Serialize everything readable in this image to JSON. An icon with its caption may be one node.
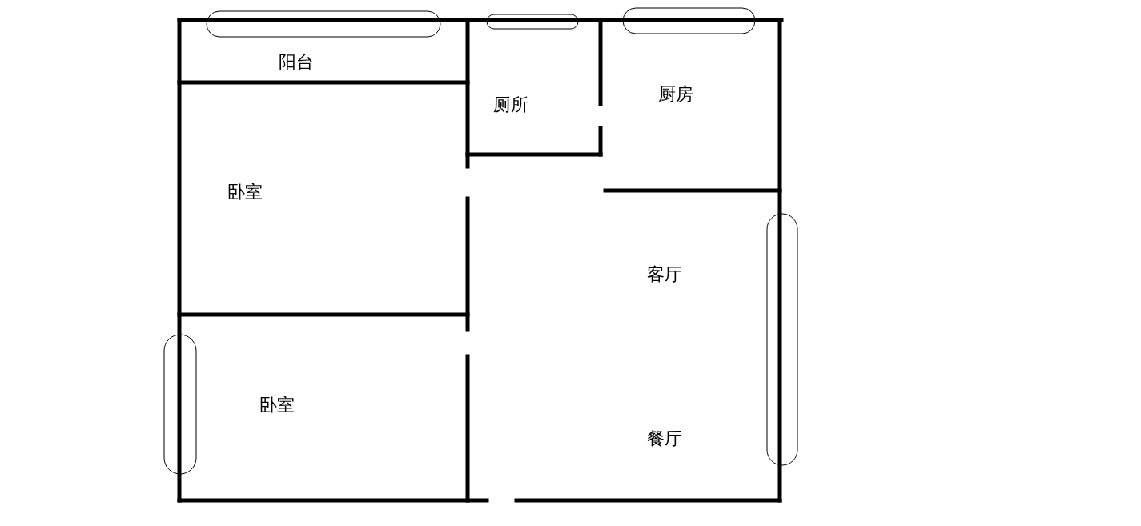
{
  "diagram": {
    "nodes": [
      {
        "text": [
          "阳台"
        ]
      },
      {
        "text": [
          "卧室"
        ]
      },
      {
        "text": [
          "厕所"
        ]
      },
      {
        "text": [
          "厨房"
        ]
      },
      {
        "text": [
          "客厅",
          "餐厅"
        ]
      },
      {
        "text": [
          "卧室"
        ]
      }
    ]
  }
}
